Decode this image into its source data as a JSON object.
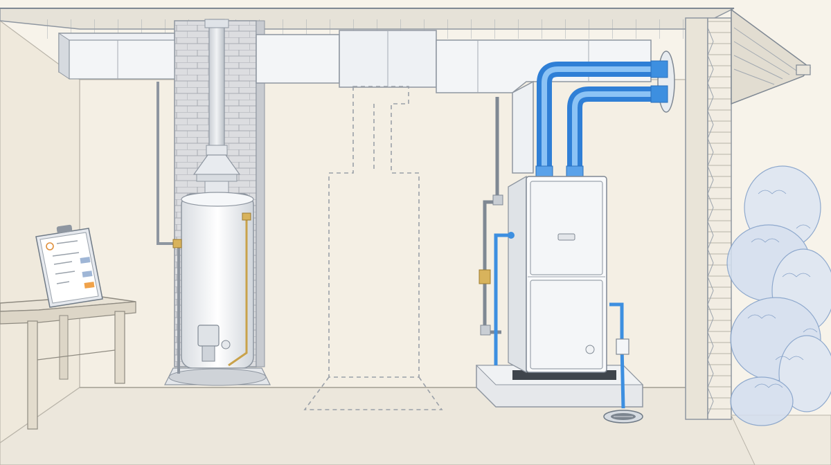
{
  "scene": {
    "style": "line-illustration",
    "colors": {
      "paper": "#f7f3ea",
      "wall": "#f4efe4",
      "ink": "#6f7a86",
      "pipe_blue": "#3d8fe0",
      "pipe_blue_light": "#8cc3f5",
      "dash_outline": "#9aa0a8",
      "brass": "#c9a24a",
      "shrub": "#9fb6d6"
    },
    "objects": [
      "workbench",
      "clipboard-checklist",
      "water-heater",
      "chimney-flue",
      "brick-chimney",
      "supply-duct",
      "removed-appliance-outline",
      "high-efficiency-furnace",
      "pvc-vent-pipes",
      "condensate-line",
      "floor-drain",
      "gas-line",
      "exterior-shrub"
    ]
  }
}
